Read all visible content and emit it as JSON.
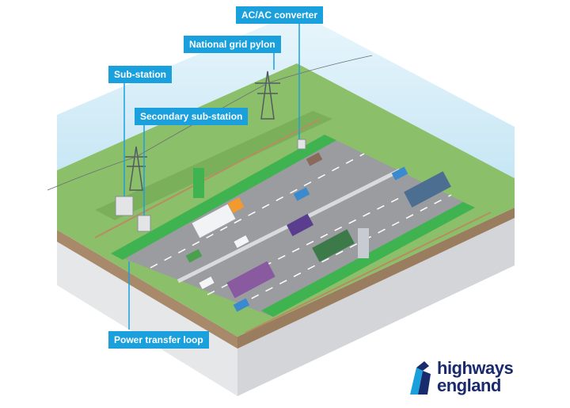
{
  "callouts": {
    "ac_converter": "AC/AC converter",
    "pylon": "National grid pylon",
    "substation": "Sub-station",
    "secondary_substation": "Secondary sub-station",
    "power_loop": "Power transfer loop"
  },
  "logo": {
    "line1": "highways",
    "line2": "england"
  },
  "colors": {
    "callout": "#1aa0dd",
    "grass": "#8cbf6a",
    "road": "#9a9ca0",
    "charging_lane": "#3fb34f",
    "sky": "#cfe9f5",
    "logo_navy": "#1a2b6d"
  }
}
